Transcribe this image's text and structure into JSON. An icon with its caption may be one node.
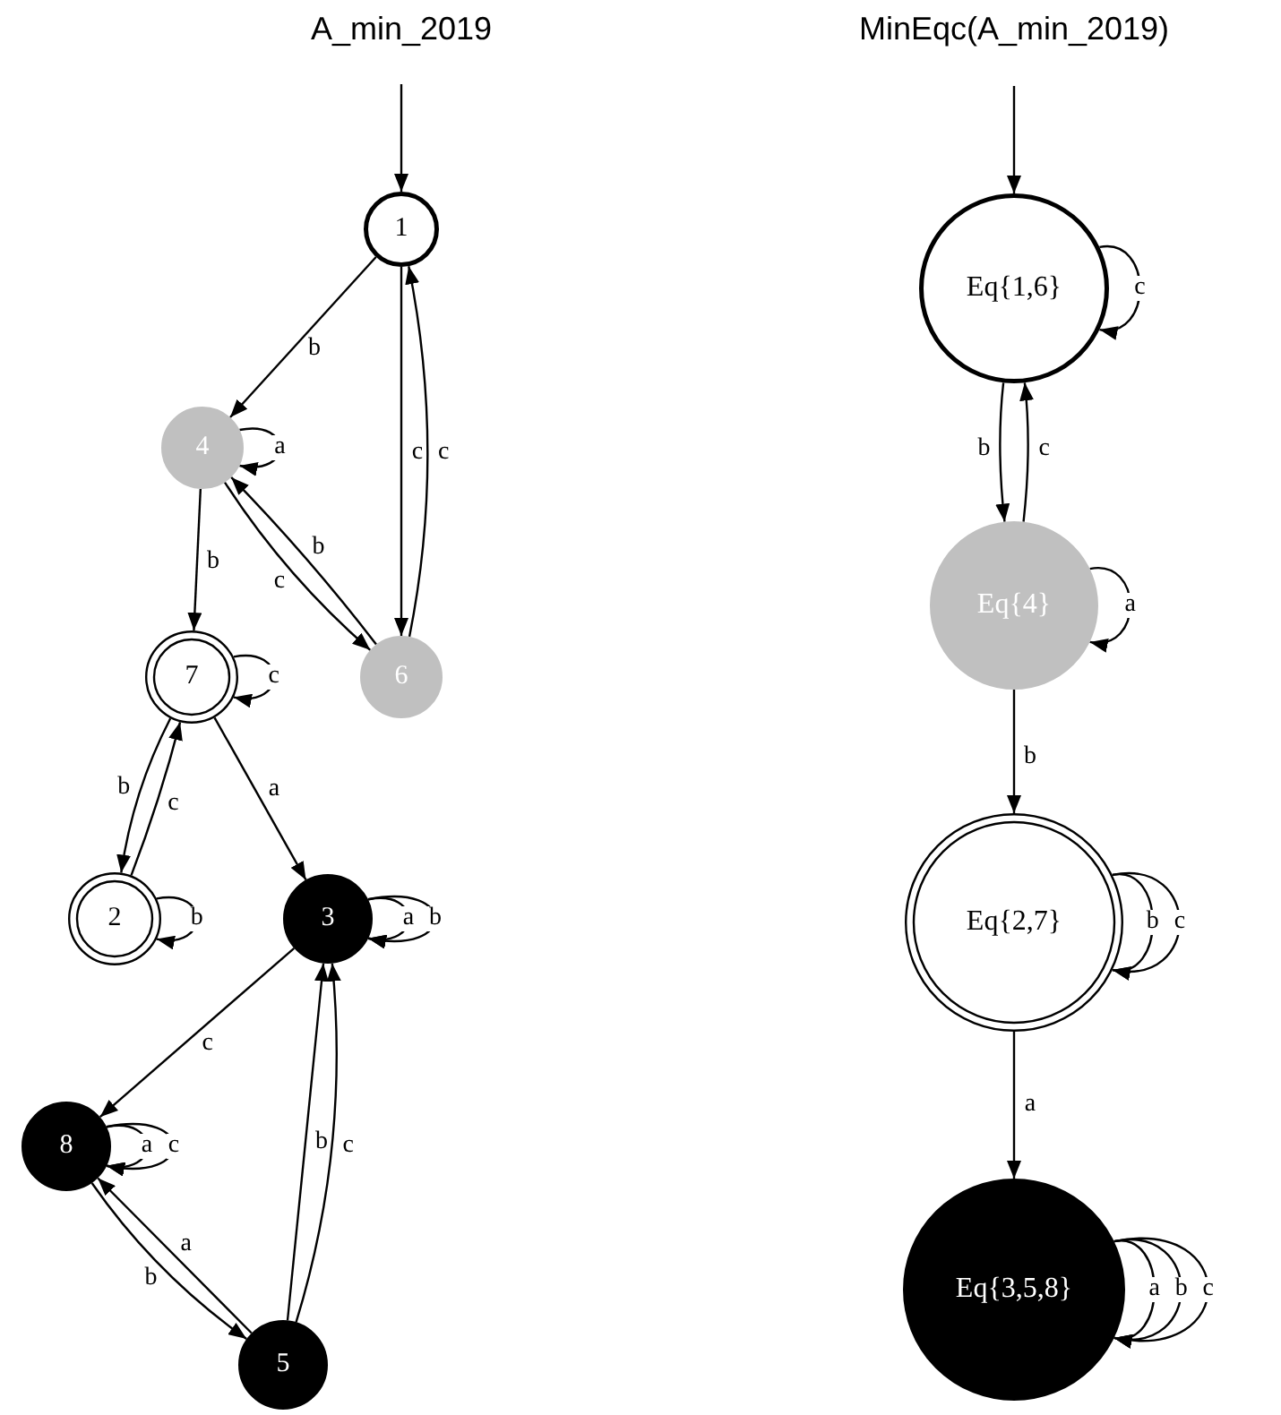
{
  "diagram": {
    "nodes": [
      {
        "text": [
          "1"
        ]
      },
      {
        "text": [
          "4"
        ]
      },
      {
        "text": [
          "6"
        ]
      },
      {
        "text": [
          "7"
        ]
      },
      {
        "text": [
          "2"
        ]
      },
      {
        "text": [
          "3"
        ]
      },
      {
        "text": [
          "8"
        ]
      },
      {
        "text": [
          "5"
        ]
      },
      {
        "text": [
          "Eq{1,6}"
        ]
      },
      {
        "text": [
          "Eq{4}"
        ]
      },
      {
        "text": [
          "Eq{2,7}"
        ]
      },
      {
        "text": [
          "Eq{3,5,8}"
        ]
      }
    ],
    "edges": [
      {
        "from": null,
        "to": 0,
        "arrow": "to"
      },
      {
        "from": 0,
        "to": 1,
        "arrow": "to",
        "label": "b"
      },
      {
        "from": 0,
        "to": 2,
        "arrow": "to",
        "label": "c"
      },
      {
        "from": 2,
        "to": 0,
        "arrow": "to",
        "label": "c"
      },
      {
        "from": 1,
        "to": 1,
        "arrow": "to",
        "label": "a"
      },
      {
        "from": 1,
        "to": 3,
        "arrow": "to",
        "label": "b"
      },
      {
        "from": 1,
        "to": 2,
        "arrow": "to",
        "label": "c"
      },
      {
        "from": 2,
        "to": 1,
        "arrow": "to",
        "label": "b"
      },
      {
        "from": 3,
        "to": 3,
        "arrow": "to",
        "label": "c"
      },
      {
        "from": 3,
        "to": 4,
        "arrow": "to",
        "label": "b"
      },
      {
        "from": 4,
        "to": 3,
        "arrow": "to",
        "label": "c"
      },
      {
        "from": 3,
        "to": 5,
        "arrow": "to",
        "label": "a"
      },
      {
        "from": 4,
        "to": 4,
        "arrow": "to",
        "label": "b"
      },
      {
        "from": 5,
        "to": 5,
        "arrow": "to",
        "label": "a"
      },
      {
        "from": 5,
        "to": 5,
        "arrow": "to",
        "label": "b"
      },
      {
        "from": 5,
        "to": 6,
        "arrow": "to",
        "label": "c"
      },
      {
        "from": 6,
        "to": 6,
        "arrow": "to",
        "label": "a"
      },
      {
        "from": 6,
        "to": 6,
        "arrow": "to",
        "label": "c"
      },
      {
        "from": 6,
        "to": 7,
        "arrow": "to",
        "label": "b"
      },
      {
        "from": 7,
        "to": 6,
        "arrow": "to",
        "label": "a"
      },
      {
        "from": 7,
        "to": 5,
        "arrow": "to",
        "label": "b"
      },
      {
        "from": 7,
        "to": 5,
        "arrow": "to",
        "label": "c"
      },
      {
        "from": null,
        "to": 8,
        "arrow": "to"
      },
      {
        "from": 8,
        "to": 8,
        "arrow": "to",
        "label": "c"
      },
      {
        "from": 8,
        "to": 9,
        "arrow": "to",
        "label": "b"
      },
      {
        "from": 9,
        "to": 8,
        "arrow": "to",
        "label": "c"
      },
      {
        "from": 9,
        "to": 9,
        "arrow": "to",
        "label": "a"
      },
      {
        "from": 9,
        "to": 10,
        "arrow": "to",
        "label": "b"
      },
      {
        "from": 10,
        "to": 10,
        "arrow": "to",
        "label": "b"
      },
      {
        "from": 10,
        "to": 10,
        "arrow": "to",
        "label": "c"
      },
      {
        "from": 10,
        "to": 11,
        "arrow": "to",
        "label": "a"
      },
      {
        "from": 11,
        "to": 11,
        "arrow": "to",
        "label": "a"
      },
      {
        "from": 11,
        "to": 11,
        "arrow": "to",
        "label": "b"
      },
      {
        "from": 11,
        "to": 11,
        "arrow": "to",
        "label": "c"
      }
    ],
    "labels": [
      "A_min_2019",
      "MinEqc(A_min_2019)"
    ]
  }
}
